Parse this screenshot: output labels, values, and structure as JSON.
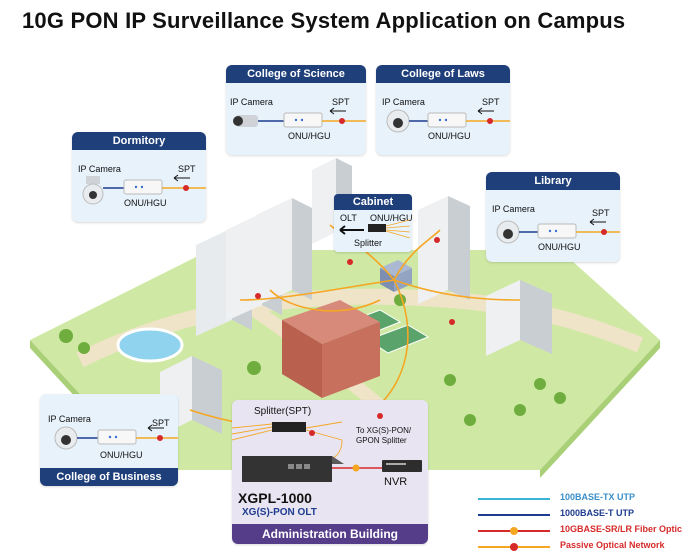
{
  "title": "10G PON IP Surveillance System Application on Campus",
  "panels": {
    "science": {
      "header": "College of Science",
      "camera": "IP Camera",
      "onu": "ONU/HGU",
      "spt": "SPT"
    },
    "laws": {
      "header": "College of Laws",
      "camera": "IP Camera",
      "onu": "ONU/HGU",
      "spt": "SPT"
    },
    "dormitory": {
      "header": "Dormitory",
      "camera": "IP Camera",
      "onu": "ONU/HGU",
      "spt": "SPT"
    },
    "library": {
      "header": "Library",
      "camera": "IP Camera",
      "onu": "ONU/HGU",
      "spt": "SPT"
    },
    "business": {
      "header": "College of Business",
      "camera": "IP Camera",
      "onu": "ONU/HGU",
      "spt": "SPT"
    }
  },
  "cabinet": {
    "header": "Cabinet",
    "olt": "OLT",
    "onu": "ONU/HGU",
    "splitter": "Splitter"
  },
  "admin": {
    "splitter": "Splitter(SPT)",
    "to_splitter": "To XG(S)-PON/\nGPON Splitter",
    "nvr": "NVR",
    "device_name": "XGPL-1000",
    "device_sub": "XG(S)-PON OLT",
    "footer": "Administration Building"
  },
  "legend": [
    {
      "label": "100BASE-TX UTP",
      "color": "#3ab5d8",
      "text_color": "#3a8fc9"
    },
    {
      "label": "1000BASE-T UTP",
      "color": "#1d3c8f",
      "text_color": "#1d3c8f"
    },
    {
      "label": "10GBASE-SR/LR Fiber Optic",
      "color": "#d62a2a",
      "text_color": "#d62a2a"
    },
    {
      "label": "Passive Optical Network",
      "color": "#f5a623",
      "text_color": "#d62a2a"
    }
  ],
  "colors": {
    "header_bg": "#1f3f7a",
    "admin_footer_bg": "#553d8a",
    "grass": "#c9e79a",
    "road": "#f1e6cf",
    "fiber": "#f5a623",
    "pon_red": "#d62a2a"
  }
}
